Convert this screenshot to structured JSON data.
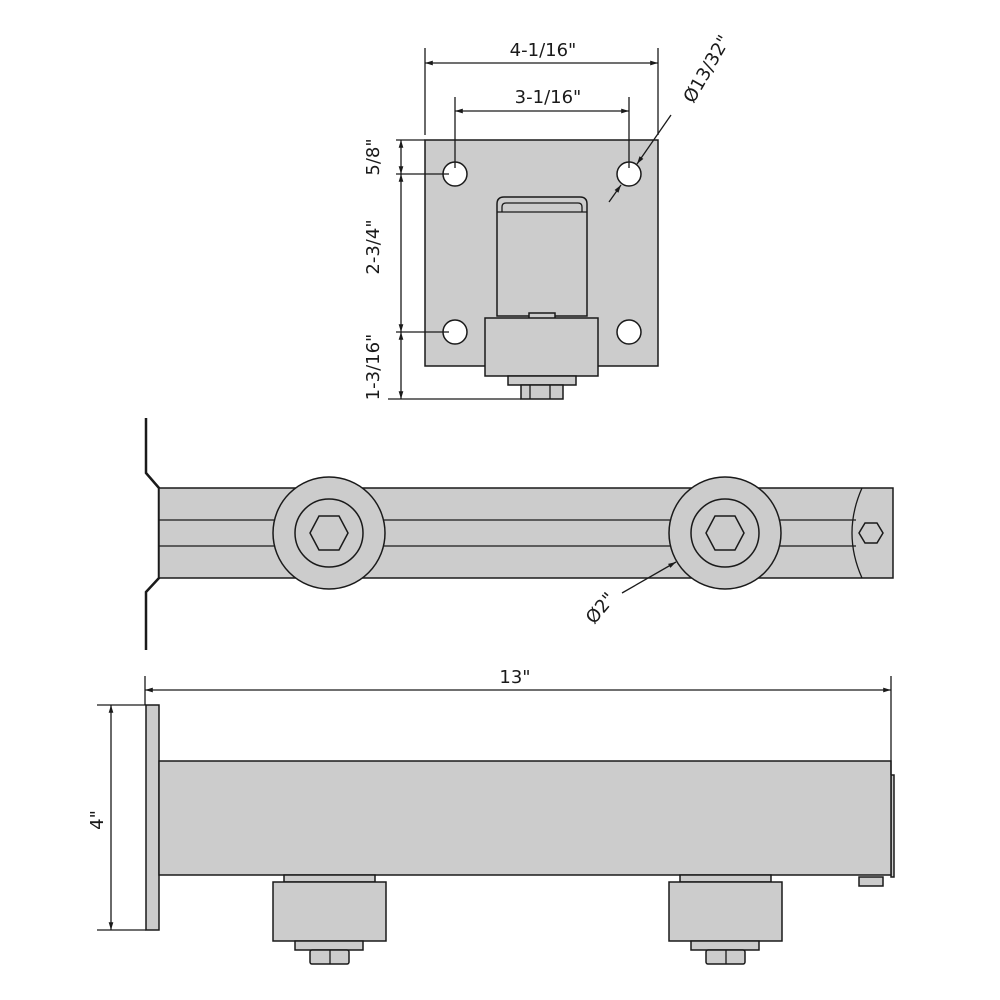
{
  "dimensions": {
    "plate_width": "4-1/16\"",
    "hole_spacing_horizontal": "3-1/16\"",
    "hole_diameter": "Ø13/32\"",
    "top_edge_to_hole": "5/8\"",
    "hole_spacing_vertical": "2-3/4\"",
    "hole_to_bottom": "1-3/16\"",
    "wheel_diameter": "Ø2\"",
    "overall_length": "13\"",
    "overall_height": "4\""
  },
  "colors": {
    "part_fill": "#cccccc",
    "line": "#1a1a1a"
  }
}
